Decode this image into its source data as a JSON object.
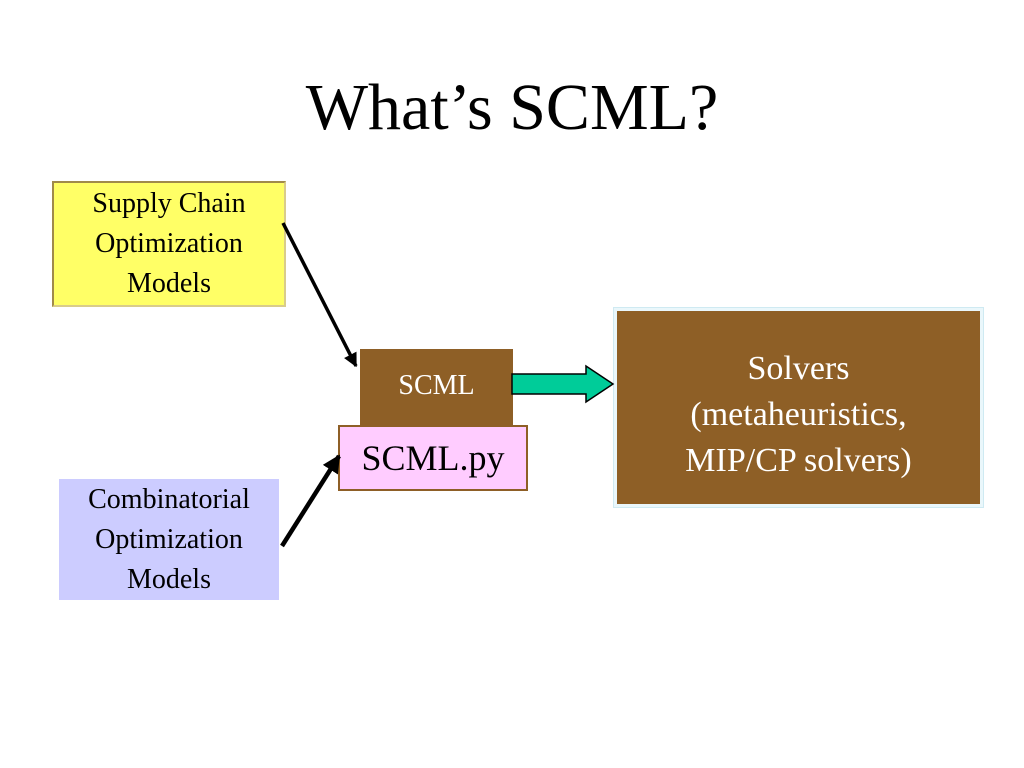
{
  "slide": {
    "title": "What’s SCML?"
  },
  "diagram": {
    "supply_chain_box": "Supply Chain\nOptimization\nModels",
    "combinatorial_box": "Combinatorial\nOptimization\nModels",
    "scml_box": "SCML",
    "scml_py_box": "SCML.py",
    "solvers_box": "Solvers\n(metaheuristics,\nMIP/CP solvers)"
  },
  "colors": {
    "supply_chain_fill": "#ffff66",
    "combinatorial_fill": "#ccccff",
    "scml_fill": "#8e5f26",
    "scml_py_fill": "#ffccff",
    "solvers_fill": "#8e5f26",
    "block_arrow_fill": "#00cc99"
  }
}
